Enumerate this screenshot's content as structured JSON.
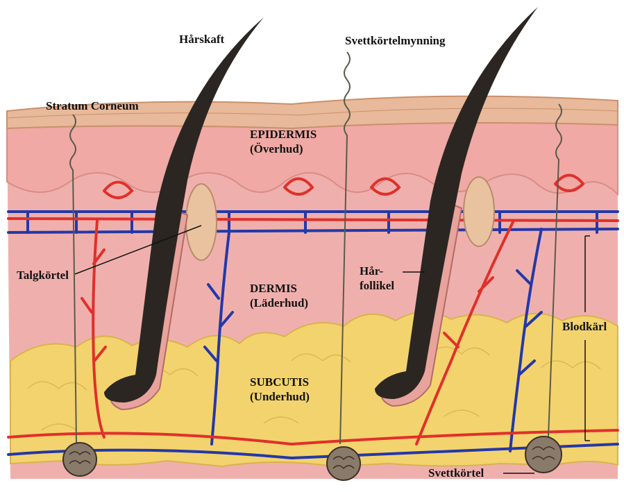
{
  "labels": {
    "harskaft": "Hårskaft",
    "svettkortelmynning": "Svettkörtelmynning",
    "stratum_corneum": "Stratum Corneum",
    "epidermis": {
      "line1": "EPIDERMIS",
      "line2": "(Överhud)"
    },
    "dermis": {
      "line1": "DERMIS",
      "line2": "(Läderhud)"
    },
    "subcutis": {
      "line1": "SUBCUTIS",
      "line2": "(Underhud)"
    },
    "talgkortel": "Talgkörtel",
    "harfollikel": {
      "line1": "Hår-",
      "line2": "follikel"
    },
    "blodkarl": "Blodkärl",
    "svettkortel": "Svettkörtel"
  },
  "colors": {
    "background": "#ffffff",
    "stratum_corneum": "#e8b99a",
    "epidermis": "#f0a9a4",
    "dermis": "#efb0ad",
    "subcutis_fat": "#f3d36e",
    "artery": "#e0302a",
    "vein": "#2438a8",
    "hair": "#2b2622",
    "nerve_duct": "#5a5a4a",
    "sebaceous_gland": "#e9c3a0",
    "label_text": "#111111"
  }
}
